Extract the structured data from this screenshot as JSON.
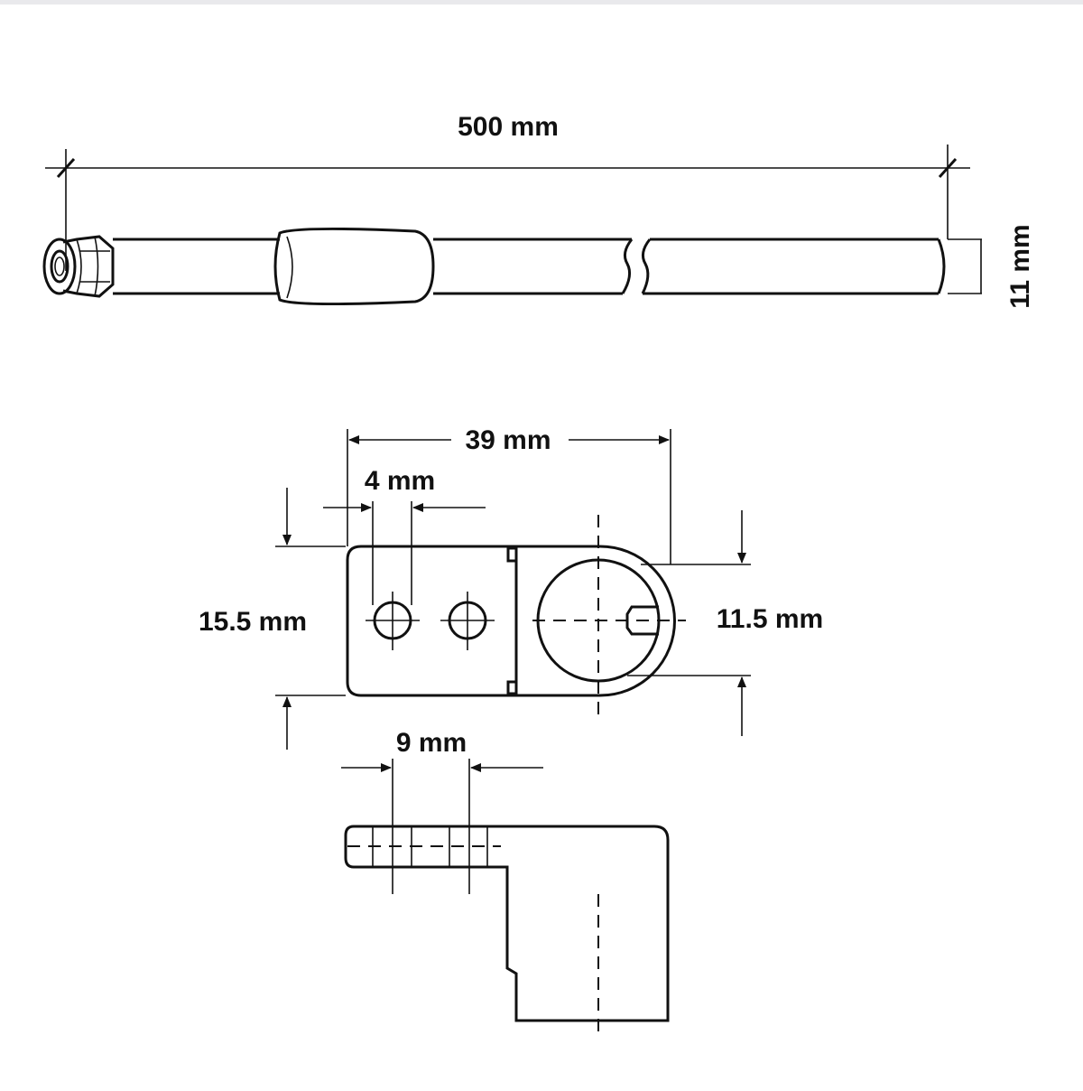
{
  "dimensions": {
    "rod_length": "500 mm",
    "rod_diameter": "11 mm",
    "bracket_length": "39 mm",
    "hole_diameter": "4 mm",
    "bracket_height": "15.5 mm",
    "bore_diameter": "11.5 mm",
    "hole_spacing": "9 mm"
  }
}
